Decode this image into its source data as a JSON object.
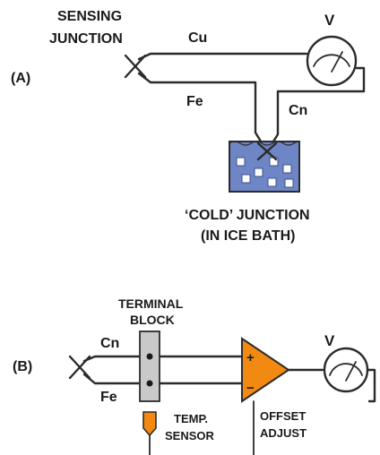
{
  "panel_a": {
    "label": "(A)",
    "sensing_junction_line1": "SENSING",
    "sensing_junction_line2": "JUNCTION",
    "wire_cu": "Cu",
    "wire_fe": "Fe",
    "wire_cn": "Cn",
    "meter": "V",
    "cold_junction_line1": "‘COLD’ JUNCTION",
    "cold_junction_line2": "(IN ICE BATH)"
  },
  "panel_b": {
    "label": "(B)",
    "terminal_block_line1": "TERMINAL",
    "terminal_block_line2": "BLOCK",
    "wire_cn": "Cn",
    "wire_fe": "Fe",
    "amp_plus": "+",
    "amp_minus": "−",
    "meter": "V",
    "temp_sensor_line1": "TEMP.",
    "temp_sensor_line2": "SENSOR",
    "offset_line1": "OFFSET",
    "offset_line2": "ADJUST"
  },
  "colors": {
    "ice_water": "#6f86c6",
    "ice_cube": "#ffffff",
    "terminal_block": "#c9c9c9",
    "amplifier": "#f28a12",
    "sensor": "#f28a12",
    "line": "#2b2b2b"
  }
}
